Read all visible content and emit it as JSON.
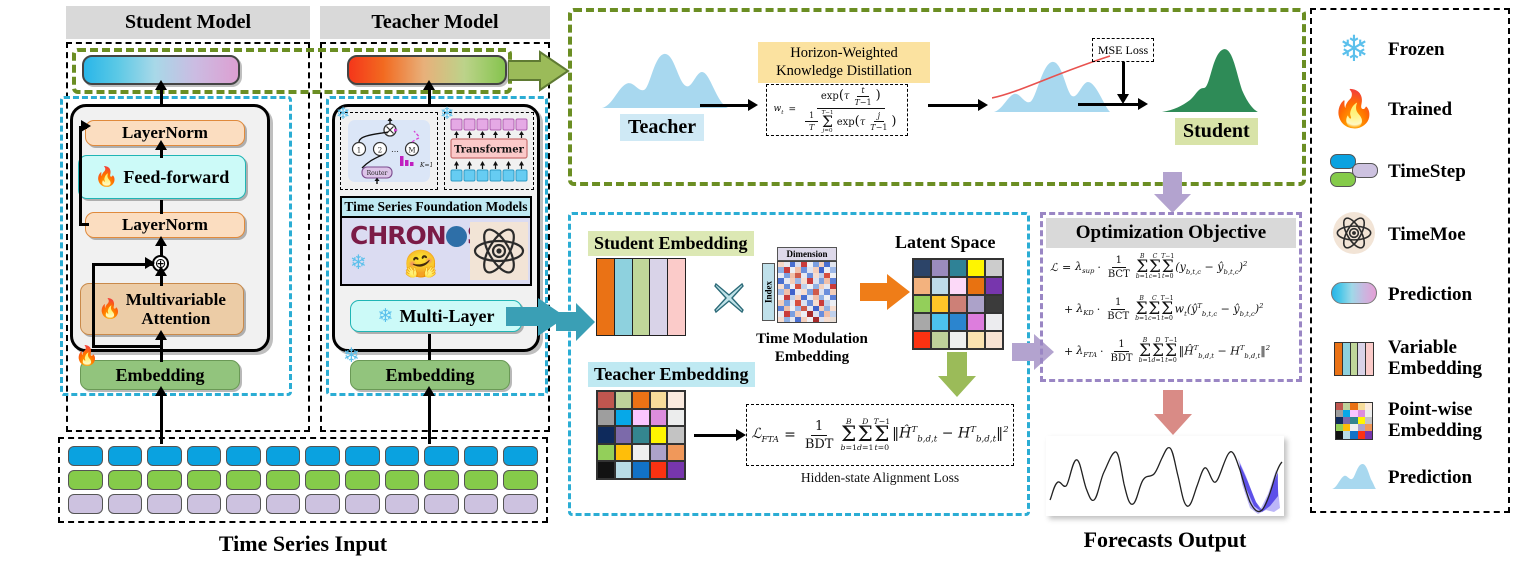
{
  "student_panel": {
    "title": "Student Model",
    "blocks": {
      "layernorm_top": "LayerNorm",
      "feed_forward": "Feed-forward",
      "layernorm_bottom": "LayerNorm",
      "multivariable_attention": "Multivariable\nAttention",
      "embedding": "Embedding"
    }
  },
  "teacher_panel": {
    "title": "Teacher Model",
    "moe": {
      "expert_1": "1",
      "expert_2": "2",
      "expert_dots": "...",
      "expert_m": "M",
      "router": "Router",
      "topk": "K=1"
    },
    "transformer": {
      "label": "Transformer"
    },
    "foundation": {
      "header": "Time Series Foundation Models",
      "chronos": "CHRON",
      "chronos_tail": "S"
    },
    "multi_layer": "Multi-Layer",
    "embedding": "Embedding"
  },
  "input_panel": {
    "caption": "Time Series Input",
    "columns": 12,
    "rows": 3
  },
  "distillation_panel": {
    "teacher_label": "Teacher",
    "student_label": "Student",
    "box_title_line1": "Horizon-Weighted",
    "box_title_line2": "Knowledge Distillation",
    "mse_label": "MSE Loss",
    "weight_formula": {
      "lhs": "w",
      "lhs_sub": "t",
      "eq": "=",
      "num": "exp(τ t/(T−1))",
      "den": "(1/T) Σ j=0..T−1 exp(τ j/(T−1))"
    }
  },
  "embedding_panel": {
    "student_embedding_label": "Student Embedding",
    "teacher_embedding_label": "Teacher Embedding",
    "latent_space_label": "Latent Space",
    "time_modulation_line1": "Time Modulation",
    "time_modulation_line2": "Embedding",
    "heatmap_axis_x": "Dimension",
    "heatmap_axis_y": "Index",
    "multiply_symbol": "×",
    "fta_caption": "Hidden-state Alignment Loss",
    "fta_formula": {
      "lhs": "L",
      "lhs_sub": "FTA",
      "eq": "=",
      "frac_num": "1",
      "frac_den": "BDT",
      "sums": [
        {
          "top": "B",
          "sym": "Σ",
          "bot": "b=1"
        },
        {
          "top": "D",
          "sym": "Σ",
          "bot": "d=1"
        },
        {
          "top": "T−1",
          "sym": "Σ",
          "bot": "t=0"
        }
      ],
      "body": "‖Ĥᵀb,d,t − Hᵀb,d,t‖²"
    }
  },
  "optimization_panel": {
    "title": "Optimization Objective",
    "terms": [
      {
        "lambda": "λ",
        "lambda_sub": "sup",
        "frac_den": "BCT",
        "body": "(y b,t,c − ŷ b,t,c)²"
      },
      {
        "lambda": "λ",
        "lambda_sub": "KD",
        "frac_den": "BCT",
        "body": "w t (ŷᵀ b,t,c − ŷ b,t,c)²"
      },
      {
        "lambda": "λ",
        "lambda_sub": "FTA",
        "frac_den": "BDT",
        "body": "‖Ĥᵀ b,d,t − Hᵀ b,d,t‖²"
      }
    ]
  },
  "forecast_panel": {
    "caption": "Forecasts Output"
  },
  "legend": {
    "items": [
      {
        "icon": "snowflake-icon",
        "label": "Frozen"
      },
      {
        "icon": "flame-icon",
        "label": "Trained"
      },
      {
        "icon": "timestep-icon",
        "label": "TimeStep"
      },
      {
        "icon": "timemoe-atom-icon",
        "label": "TimeMoe"
      },
      {
        "icon": "prediction-bar-icon",
        "label": "Prediction"
      },
      {
        "icon": "variable-embedding-icon",
        "label": "Variable\nEmbedding"
      },
      {
        "icon": "pointwise-embedding-icon",
        "label": "Point-wise\nEmbedding"
      },
      {
        "icon": "prediction-curve-icon",
        "label": "Prediction"
      }
    ]
  },
  "colors": {
    "green_dash": "#6b8e23",
    "cyan_dash": "#2badd4",
    "purple_dash": "#9a86c4",
    "orange_arrow": "#ef7d18",
    "green_arrow": "#9bbb59",
    "purple_arrow": "#b3a3cf",
    "salmon_arrow": "#d98b86",
    "teal_arrow": "#3a9fb5",
    "header_band": "#d9d9d9",
    "teacher_curve": "#a8d8ef",
    "student_curve": "#2e8b57",
    "trend_line": "#e8524f"
  },
  "chart_data": {
    "type": "line",
    "title": "Forecasts Output",
    "series": [
      {
        "name": "history",
        "values": [
          0.3,
          0.62,
          0.55,
          0.8,
          0.4,
          0.22,
          0.55,
          0.9,
          0.6,
          0.38,
          0.58,
          0.52,
          0.85,
          0.42,
          0.18,
          0.62,
          0.95,
          0.55,
          0.3,
          0.58,
          0.45,
          0.72,
          0.4,
          0.25,
          0.62,
          0.88,
          0.52,
          0.22,
          0.45
        ]
      },
      {
        "name": "forecast",
        "values": [
          0.45,
          0.22,
          0.1,
          0.35,
          0.6
        ]
      }
    ],
    "forecast_band": true,
    "grid": false,
    "legend": "none"
  },
  "student_embedding_colors": [
    "#ea7215",
    "#8ed1de",
    "#c0d79a",
    "#d9d3e8",
    "#fbcbc9"
  ],
  "teacher_embedding_colors": [
    [
      "#c0564f",
      "#bfd29a",
      "#ea7215",
      "#f6dc9a",
      "#faeade"
    ],
    [
      "#9e9e9e",
      "#06a8e8",
      "#fbc6ff",
      "#dd8ddd",
      "#eceded"
    ],
    [
      "#0e2a5c",
      "#7c6aaa",
      "#34868f",
      "#fff500",
      "#c3c3c3"
    ],
    [
      "#93cf5a",
      "#ffbe09",
      "#efefef",
      "#aca2c9",
      "#f0985a"
    ],
    [
      "#121212",
      "#b8dce6",
      "#1272c6",
      "#fb3211",
      "#7736ad"
    ]
  ],
  "latent_space_colors": [
    [
      "#2c4468",
      "#9b8bbd",
      "#2f8296",
      "#fff500",
      "#cccccc"
    ],
    [
      "#f3b27e",
      "#bedbe8",
      "#fcd9f8",
      "#e87211",
      "#7736ad"
    ],
    [
      "#93cf5a",
      "#ffc528",
      "#cd8077",
      "#aca2c9",
      "#3b3b3b"
    ],
    [
      "#a8a8a8",
      "#4cc2ee",
      "#2b85cf",
      "#dd7ddd",
      "#ececef"
    ],
    [
      "#fb3211",
      "#bfd29a",
      "#eff0ef",
      "#fae2b0",
      "#f8e3d3"
    ]
  ]
}
